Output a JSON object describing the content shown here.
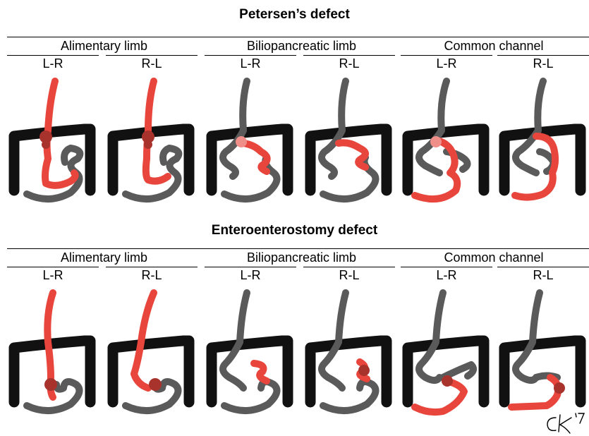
{
  "colors": {
    "colon": "#111111",
    "small_bowel": "#5a5a5a",
    "highlight_limb": "#e8453c",
    "defect_dark": "#a8322c",
    "defect_light": "#f08f8a",
    "background": "#ffffff"
  },
  "sections": [
    {
      "title": "Petersen’s defect",
      "groups": [
        {
          "label": "Alimentary limb",
          "panels": [
            {
              "label": "L-R"
            },
            {
              "label": "R-L"
            }
          ]
        },
        {
          "label": "Biliopancreatic limb",
          "panels": [
            {
              "label": "L-R"
            },
            {
              "label": "R-L"
            }
          ]
        },
        {
          "label": "Common channel",
          "panels": [
            {
              "label": "L-R"
            },
            {
              "label": "R-L"
            }
          ]
        }
      ]
    },
    {
      "title": "Enteroenterostomy defect",
      "groups": [
        {
          "label": "Alimentary limb",
          "panels": [
            {
              "label": "L-R"
            },
            {
              "label": "R-L"
            }
          ]
        },
        {
          "label": "Biliopancreatic limb",
          "panels": [
            {
              "label": "L-R"
            },
            {
              "label": "R-L"
            }
          ]
        },
        {
          "label": "Common channel",
          "panels": [
            {
              "label": "L-R"
            },
            {
              "label": "R-L"
            }
          ]
        }
      ]
    }
  ],
  "signature": {
    "text": "CK'17"
  }
}
